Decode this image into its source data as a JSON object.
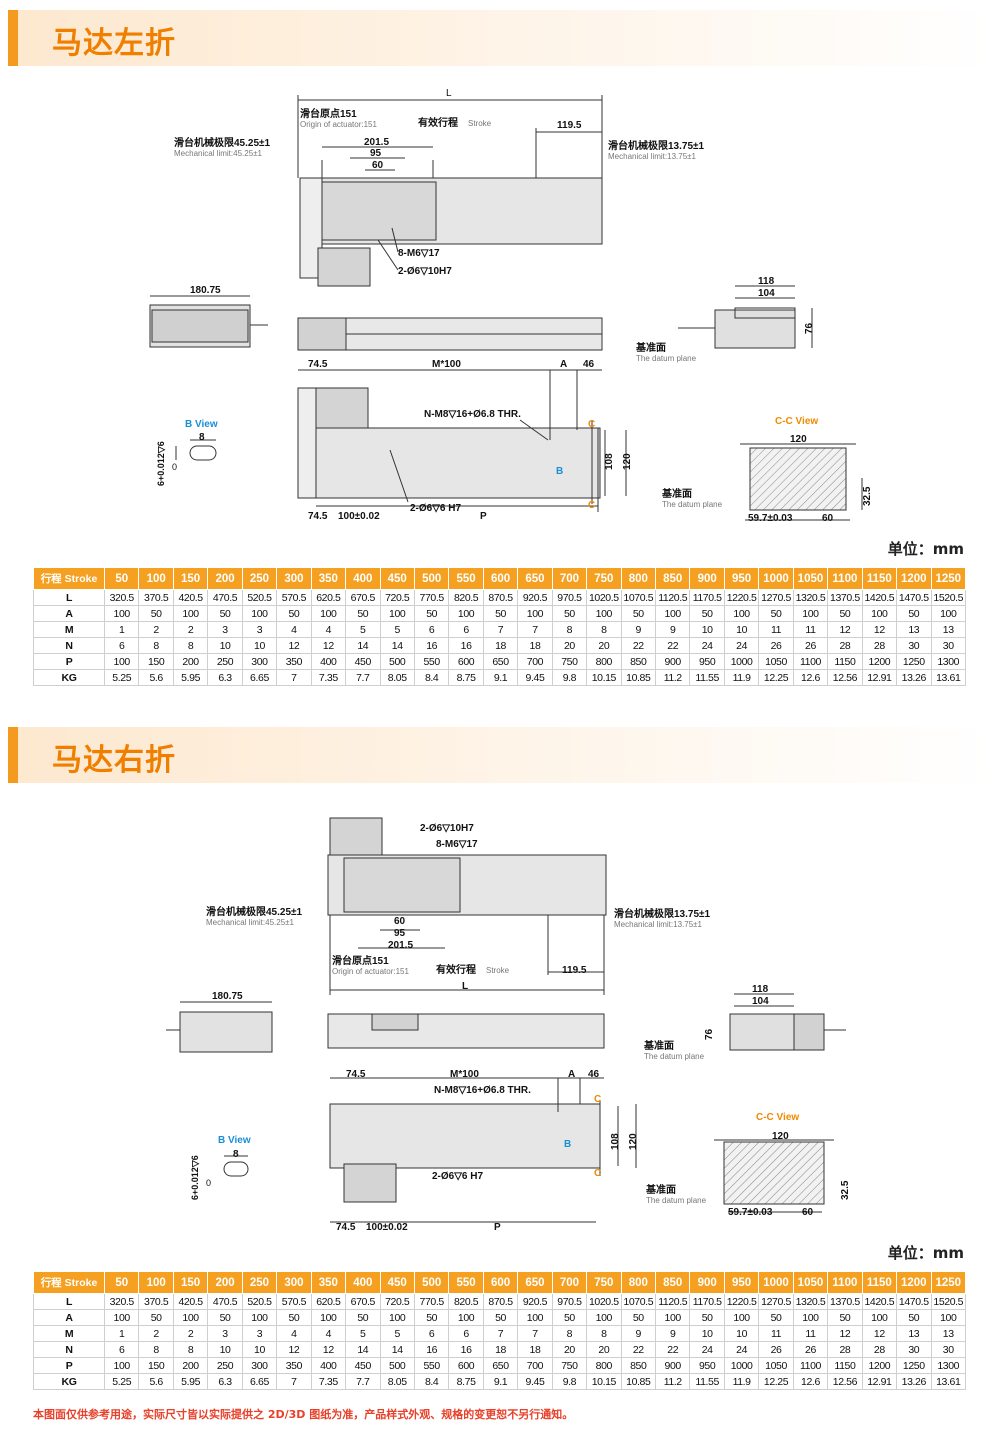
{
  "sections": [
    {
      "title": "马达左折"
    },
    {
      "title": "马达右折"
    }
  ],
  "drawing_labels": {
    "L": "L",
    "origin_cn": "滑台原点151",
    "origin_en": "Origin of actuator:151",
    "stroke_cn": "有效行程",
    "stroke_en": "Stroke",
    "mech_left_cn": "滑台机械极限45.25±1",
    "mech_left_en": "Mechanical limit:45.25±1",
    "mech_right_cn": "滑台机械极限13.75±1",
    "mech_right_en": "Mechanical limit:13.75±1",
    "d201_5": "201.5",
    "d95": "95",
    "d60": "60",
    "d119_5": "119.5",
    "m6": "8-M6▽17",
    "pin": "2-Ø6▽10H7",
    "d180_75": "180.75",
    "d118": "118",
    "d104": "104",
    "d76": "76",
    "datum_cn": "基准面",
    "datum_en": "The datum plane",
    "d74_5": "74.5",
    "m100": "M*100",
    "A": "A",
    "d46": "46",
    "nm8": "N-M8▽16+Ø6.8 THR.",
    "pin2": "2-Ø6▽6 H7",
    "d100": "100±0.02",
    "P": "P",
    "d108": "108",
    "d120": "120",
    "C": "C",
    "B": "B",
    "bview": "B View",
    "d8": "8",
    "d6": "6+0.012▽6",
    "d0": "0",
    "ccview": "C-C View",
    "d32_5": "32.5",
    "d59_7": "59.7±0.03",
    "d60b": "60"
  },
  "unit_label": "单位：mm",
  "tables": [
    {
      "header": [
        "行程 Stroke",
        "50",
        "100",
        "150",
        "200",
        "250",
        "300",
        "350",
        "400",
        "450",
        "500",
        "550",
        "600",
        "650",
        "700",
        "750",
        "800",
        "850",
        "900",
        "950",
        "1000",
        "1050",
        "1100",
        "1150",
        "1200",
        "1250"
      ],
      "rows": [
        {
          "label": "L",
          "cells": [
            "320.5",
            "370.5",
            "420.5",
            "470.5",
            "520.5",
            "570.5",
            "620.5",
            "670.5",
            "720.5",
            "770.5",
            "820.5",
            "870.5",
            "920.5",
            "970.5",
            "1020.5",
            "1070.5",
            "1120.5",
            "1170.5",
            "1220.5",
            "1270.5",
            "1320.5",
            "1370.5",
            "1420.5",
            "1470.5",
            "1520.5"
          ]
        },
        {
          "label": "A",
          "cells": [
            "100",
            "50",
            "100",
            "50",
            "100",
            "50",
            "100",
            "50",
            "100",
            "50",
            "100",
            "50",
            "100",
            "50",
            "100",
            "50",
            "100",
            "50",
            "100",
            "50",
            "100",
            "50",
            "100",
            "50",
            "100"
          ]
        },
        {
          "label": "M",
          "cells": [
            "1",
            "2",
            "2",
            "3",
            "3",
            "4",
            "4",
            "5",
            "5",
            "6",
            "6",
            "7",
            "7",
            "8",
            "8",
            "9",
            "9",
            "10",
            "10",
            "11",
            "11",
            "12",
            "12",
            "13",
            "13"
          ]
        },
        {
          "label": "N",
          "cells": [
            "6",
            "8",
            "8",
            "10",
            "10",
            "12",
            "12",
            "14",
            "14",
            "16",
            "16",
            "18",
            "18",
            "20",
            "20",
            "22",
            "22",
            "24",
            "24",
            "26",
            "26",
            "28",
            "28",
            "30",
            "30"
          ]
        },
        {
          "label": "P",
          "cells": [
            "100",
            "150",
            "200",
            "250",
            "300",
            "350",
            "400",
            "450",
            "500",
            "550",
            "600",
            "650",
            "700",
            "750",
            "800",
            "850",
            "900",
            "950",
            "1000",
            "1050",
            "1100",
            "1150",
            "1200",
            "1250",
            "1300"
          ]
        },
        {
          "label": "KG",
          "cells": [
            "5.25",
            "5.6",
            "5.95",
            "6.3",
            "6.65",
            "7",
            "7.35",
            "7.7",
            "8.05",
            "8.4",
            "8.75",
            "9.1",
            "9.45",
            "9.8",
            "10.15",
            "10.85",
            "11.2",
            "11.55",
            "11.9",
            "12.25",
            "12.6",
            "12.56",
            "12.91",
            "13.26",
            "13.61"
          ]
        }
      ]
    },
    {
      "header": [
        "行程 Stroke",
        "50",
        "100",
        "150",
        "200",
        "250",
        "300",
        "350",
        "400",
        "450",
        "500",
        "550",
        "600",
        "650",
        "700",
        "750",
        "800",
        "850",
        "900",
        "950",
        "1000",
        "1050",
        "1100",
        "1150",
        "1200",
        "1250"
      ],
      "rows": [
        {
          "label": "L",
          "cells": [
            "320.5",
            "370.5",
            "420.5",
            "470.5",
            "520.5",
            "570.5",
            "620.5",
            "670.5",
            "720.5",
            "770.5",
            "820.5",
            "870.5",
            "920.5",
            "970.5",
            "1020.5",
            "1070.5",
            "1120.5",
            "1170.5",
            "1220.5",
            "1270.5",
            "1320.5",
            "1370.5",
            "1420.5",
            "1470.5",
            "1520.5"
          ]
        },
        {
          "label": "A",
          "cells": [
            "100",
            "50",
            "100",
            "50",
            "100",
            "50",
            "100",
            "50",
            "100",
            "50",
            "100",
            "50",
            "100",
            "50",
            "100",
            "50",
            "100",
            "50",
            "100",
            "50",
            "100",
            "50",
            "100",
            "50",
            "100"
          ]
        },
        {
          "label": "M",
          "cells": [
            "1",
            "2",
            "2",
            "3",
            "3",
            "4",
            "4",
            "5",
            "5",
            "6",
            "6",
            "7",
            "7",
            "8",
            "8",
            "9",
            "9",
            "10",
            "10",
            "11",
            "11",
            "12",
            "12",
            "13",
            "13"
          ]
        },
        {
          "label": "N",
          "cells": [
            "6",
            "8",
            "8",
            "10",
            "10",
            "12",
            "12",
            "14",
            "14",
            "16",
            "16",
            "18",
            "18",
            "20",
            "20",
            "22",
            "22",
            "24",
            "24",
            "26",
            "26",
            "28",
            "28",
            "30",
            "30"
          ]
        },
        {
          "label": "P",
          "cells": [
            "100",
            "150",
            "200",
            "250",
            "300",
            "350",
            "400",
            "450",
            "500",
            "550",
            "600",
            "650",
            "700",
            "750",
            "800",
            "850",
            "900",
            "950",
            "1000",
            "1050",
            "1100",
            "1150",
            "1200",
            "1250",
            "1300"
          ]
        },
        {
          "label": "KG",
          "cells": [
            "5.25",
            "5.6",
            "5.95",
            "6.3",
            "6.65",
            "7",
            "7.35",
            "7.7",
            "8.05",
            "8.4",
            "8.75",
            "9.1",
            "9.45",
            "9.8",
            "10.15",
            "10.85",
            "11.2",
            "11.55",
            "11.9",
            "12.25",
            "12.6",
            "12.56",
            "12.91",
            "13.26",
            "13.61"
          ]
        }
      ]
    }
  ],
  "footer_note": "本图面仅供参考用途，实际尺寸皆以实际提供之 2D/3D 图纸为准，产品样式外观、规格的变更恕不另行通知。",
  "colors": {
    "accent": "#f39a1f",
    "title": "#f07f00",
    "blue_label": "#1a8fd6",
    "orange_label": "#f08a00"
  }
}
